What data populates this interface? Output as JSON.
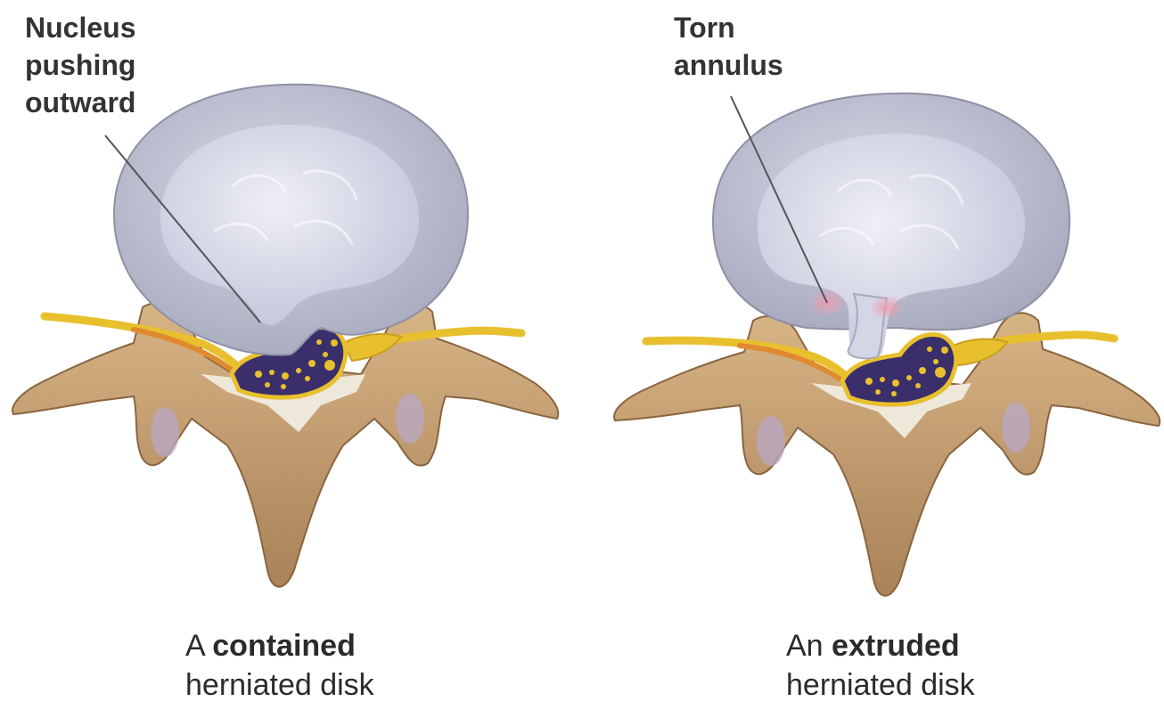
{
  "left_panel": {
    "callout": [
      "Nucleus",
      "pushing",
      "outward"
    ],
    "caption_line1_prefix": "A",
    "caption_line1_bold": "contained",
    "caption_line2": "herniated disk"
  },
  "right_panel": {
    "callout": [
      "Torn",
      "annulus"
    ],
    "caption_line1_prefix": "An",
    "caption_line1_bold": "extruded",
    "caption_line2": "herniated disk"
  },
  "colors": {
    "annulus": "#b9bccb",
    "nucleus": "#dcdeea",
    "bone": "#c8a277",
    "nerve": "#e8c02e",
    "spinal_canal": "#3a2f6b",
    "tear": "#e6a0b0"
  }
}
